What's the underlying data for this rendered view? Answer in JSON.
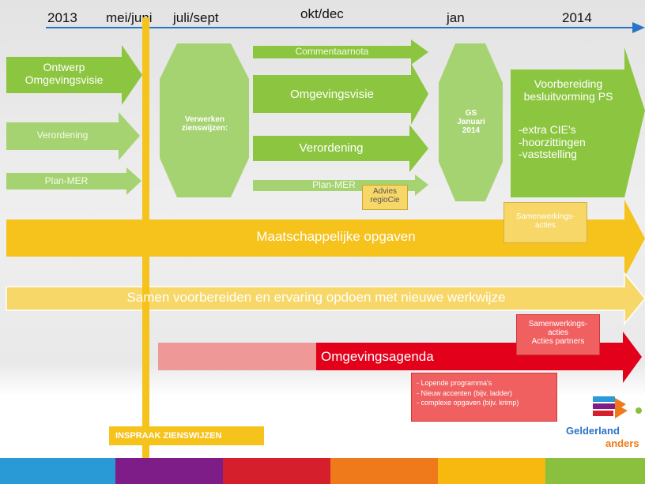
{
  "timeline": {
    "labels": [
      "2013",
      "mei/juni",
      "juli/sept",
      "okt/dec",
      "jan",
      "2014"
    ]
  },
  "column_2013": {
    "ontwerp": "Ontwerp\nOmgevingsvisie",
    "verordening": "Verordening",
    "planmer": "Plan-MER"
  },
  "verwerken": "Verwerken\nzienswijzen:",
  "column_okt": {
    "commentaarnota": "Commentaarnota",
    "omgevingsvisie": "Omgevingsvisie",
    "verordening": "Verordening",
    "planmer": "Plan-MER",
    "advies": "Advies\nregioCie"
  },
  "gs": "GS\nJanuari\n2014",
  "voorbereiding": {
    "title": "Voorbereiding\nbesluitvorming PS",
    "items": "-extra CIE's\n-hoorzittingen\n-vaststelling"
  },
  "maatschappelijk": {
    "label": "Maatschappelijke opgaven",
    "note": "Samenwerkings-\nacties"
  },
  "samen": {
    "label": "Samen voorbereiden en ervaring opdoen met nieuwe werkwijze"
  },
  "omgevingsagenda": {
    "label": "Omgevingsagenda",
    "note": "Samenwerkings-\nacties\nActies partners",
    "programs": "- Lopende programma's\n- Nieuw accenten (bijv. ladder)\n- complexe opgaven (bijv. krimp)"
  },
  "inspraak": "INSPRAAK ZIENSWIJZEN",
  "logo": {
    "line1": "Gelderland",
    "line2": "anders"
  },
  "colors": {
    "green": "#8cc640",
    "green_light": "#a6d372",
    "yellow": "#f6c21c",
    "yellow_light": "#f7d768",
    "red": "#e2001a",
    "blue": "#2a74c6",
    "stripes": [
      "#2a9ad7",
      "#7e1d87",
      "#d51f2c",
      "#ee7a1b",
      "#f7b90f",
      "#8ac03d"
    ]
  }
}
